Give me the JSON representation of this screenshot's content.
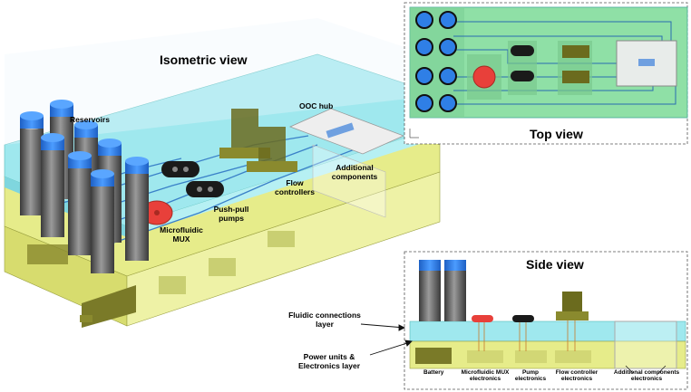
{
  "isometric": {
    "title": "Isometric view",
    "labels": {
      "reservoirs": "Reservoirs",
      "ooc_hub": "OOC hub",
      "additional_components": "Additional components",
      "flow_controllers": "Flow controllers",
      "push_pull_pumps": "Push-pull pumps",
      "microfluidic_mux": "Microfluidic MUX"
    }
  },
  "top_view": {
    "title": "Top view"
  },
  "side_view": {
    "title": "Side view",
    "labels": {
      "battery": "Battery",
      "mux_electronics": "Microfluidic MUX electronics",
      "pump_electronics": "Pump electronics",
      "flow_controller_electronics": "Flow controller electronics",
      "additional_electronics": "Additional components electronics"
    }
  },
  "layers": {
    "fluidic": "Fluidic connections layer",
    "power": "Power units & Electronics layer"
  },
  "colors": {
    "fluidic_layer": "#9fe8ee",
    "electronics_layer": "#e6ec8a",
    "top_green": "#8fe0a6",
    "reservoir_cap": "#2f7fe6",
    "mux_red": "#e8403a",
    "pump_black": "#1a1a1a",
    "flow_controller": "#6b6b1e"
  },
  "icons": [
    "axis-triad-icon"
  ]
}
